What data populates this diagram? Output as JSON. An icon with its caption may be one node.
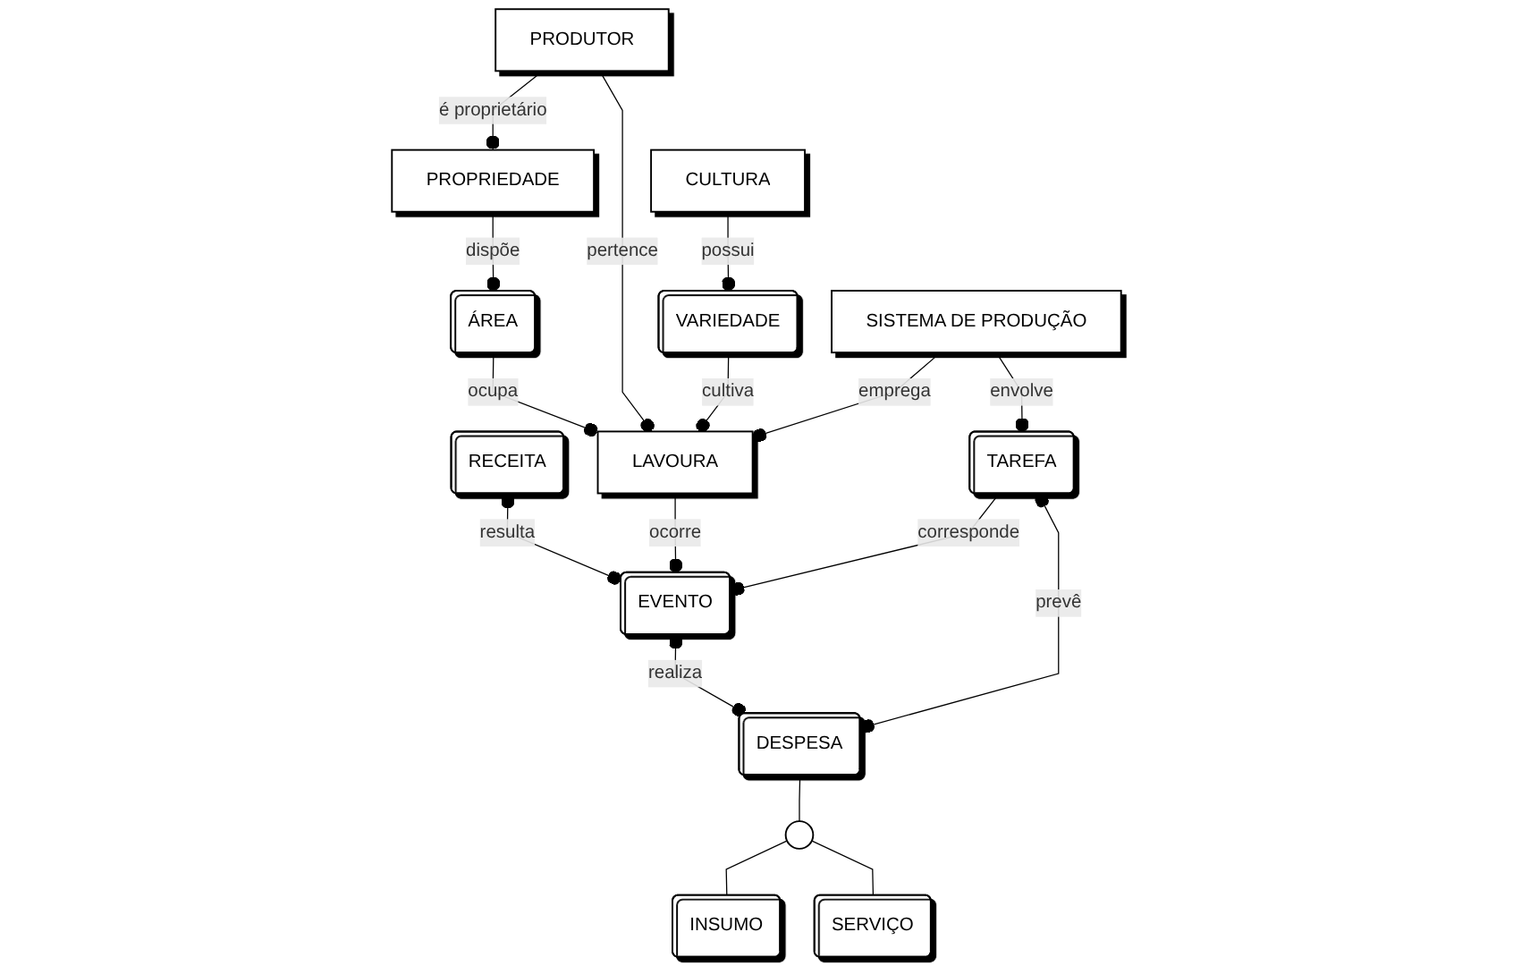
{
  "diagram": {
    "nodes": [
      {
        "text": [
          "PROPRIEDADE"
        ]
      },
      {
        "text": [
          "PRODUTOR"
        ]
      },
      {
        "text": [
          "RECEITA"
        ]
      },
      {
        "text": [
          "ÁREA"
        ]
      },
      {
        "text": [
          "LAVOURA"
        ]
      },
      {
        "text": [
          "EVENTO"
        ]
      },
      {
        "text": [
          "VARIEDADE"
        ]
      },
      {
        "text": [
          "TAREFA"
        ]
      },
      {
        "text": [
          "DESPESA"
        ]
      },
      {
        "text": [
          "CULTURA"
        ]
      },
      {
        "text": [
          "SISTEMA DE PRODUÇÃO"
        ]
      },
      {
        "text": [
          "INSUMO"
        ]
      },
      {
        "text": [
          "SERVIÇO"
        ]
      },
      {
        "text": [],
        "shape": "circle"
      }
    ],
    "edges": [
      {
        "from": 1,
        "to": 0,
        "arrow": "other",
        "label": "é proprietário"
      },
      {
        "from": 0,
        "to": 3,
        "arrow": "other",
        "label": "dispõe"
      },
      {
        "from": 3,
        "to": 4,
        "arrow": "other",
        "label": "ocupa"
      },
      {
        "from": 1,
        "to": 4,
        "arrow": "other",
        "label": "pertence"
      },
      {
        "from": 2,
        "to": 5,
        "arrow": "other",
        "label": "resulta"
      },
      {
        "from": 6,
        "to": 4,
        "arrow": "other",
        "label": "cultiva"
      },
      {
        "from": 4,
        "to": 5,
        "arrow": "other",
        "label": "ocorre"
      },
      {
        "from": 7,
        "to": 5,
        "arrow": "other",
        "label": "corresponde"
      },
      {
        "from": 10,
        "to": 4,
        "arrow": "other",
        "label": "emprega"
      },
      {
        "from": 5,
        "to": 8,
        "arrow": "other",
        "label": "realiza"
      },
      {
        "from": 7,
        "to": 8,
        "arrow": "other",
        "label": "prevê"
      },
      {
        "from": 9,
        "to": 6,
        "arrow": "other",
        "label": "possui"
      },
      {
        "from": 10,
        "to": 7,
        "arrow": "other",
        "label": "envolve"
      },
      {
        "from": 8,
        "to": 13,
        "arrow": "none"
      },
      {
        "from": 13,
        "to": 11,
        "arrow": "none"
      },
      {
        "from": 13,
        "to": 12,
        "arrow": "none"
      }
    ]
  }
}
